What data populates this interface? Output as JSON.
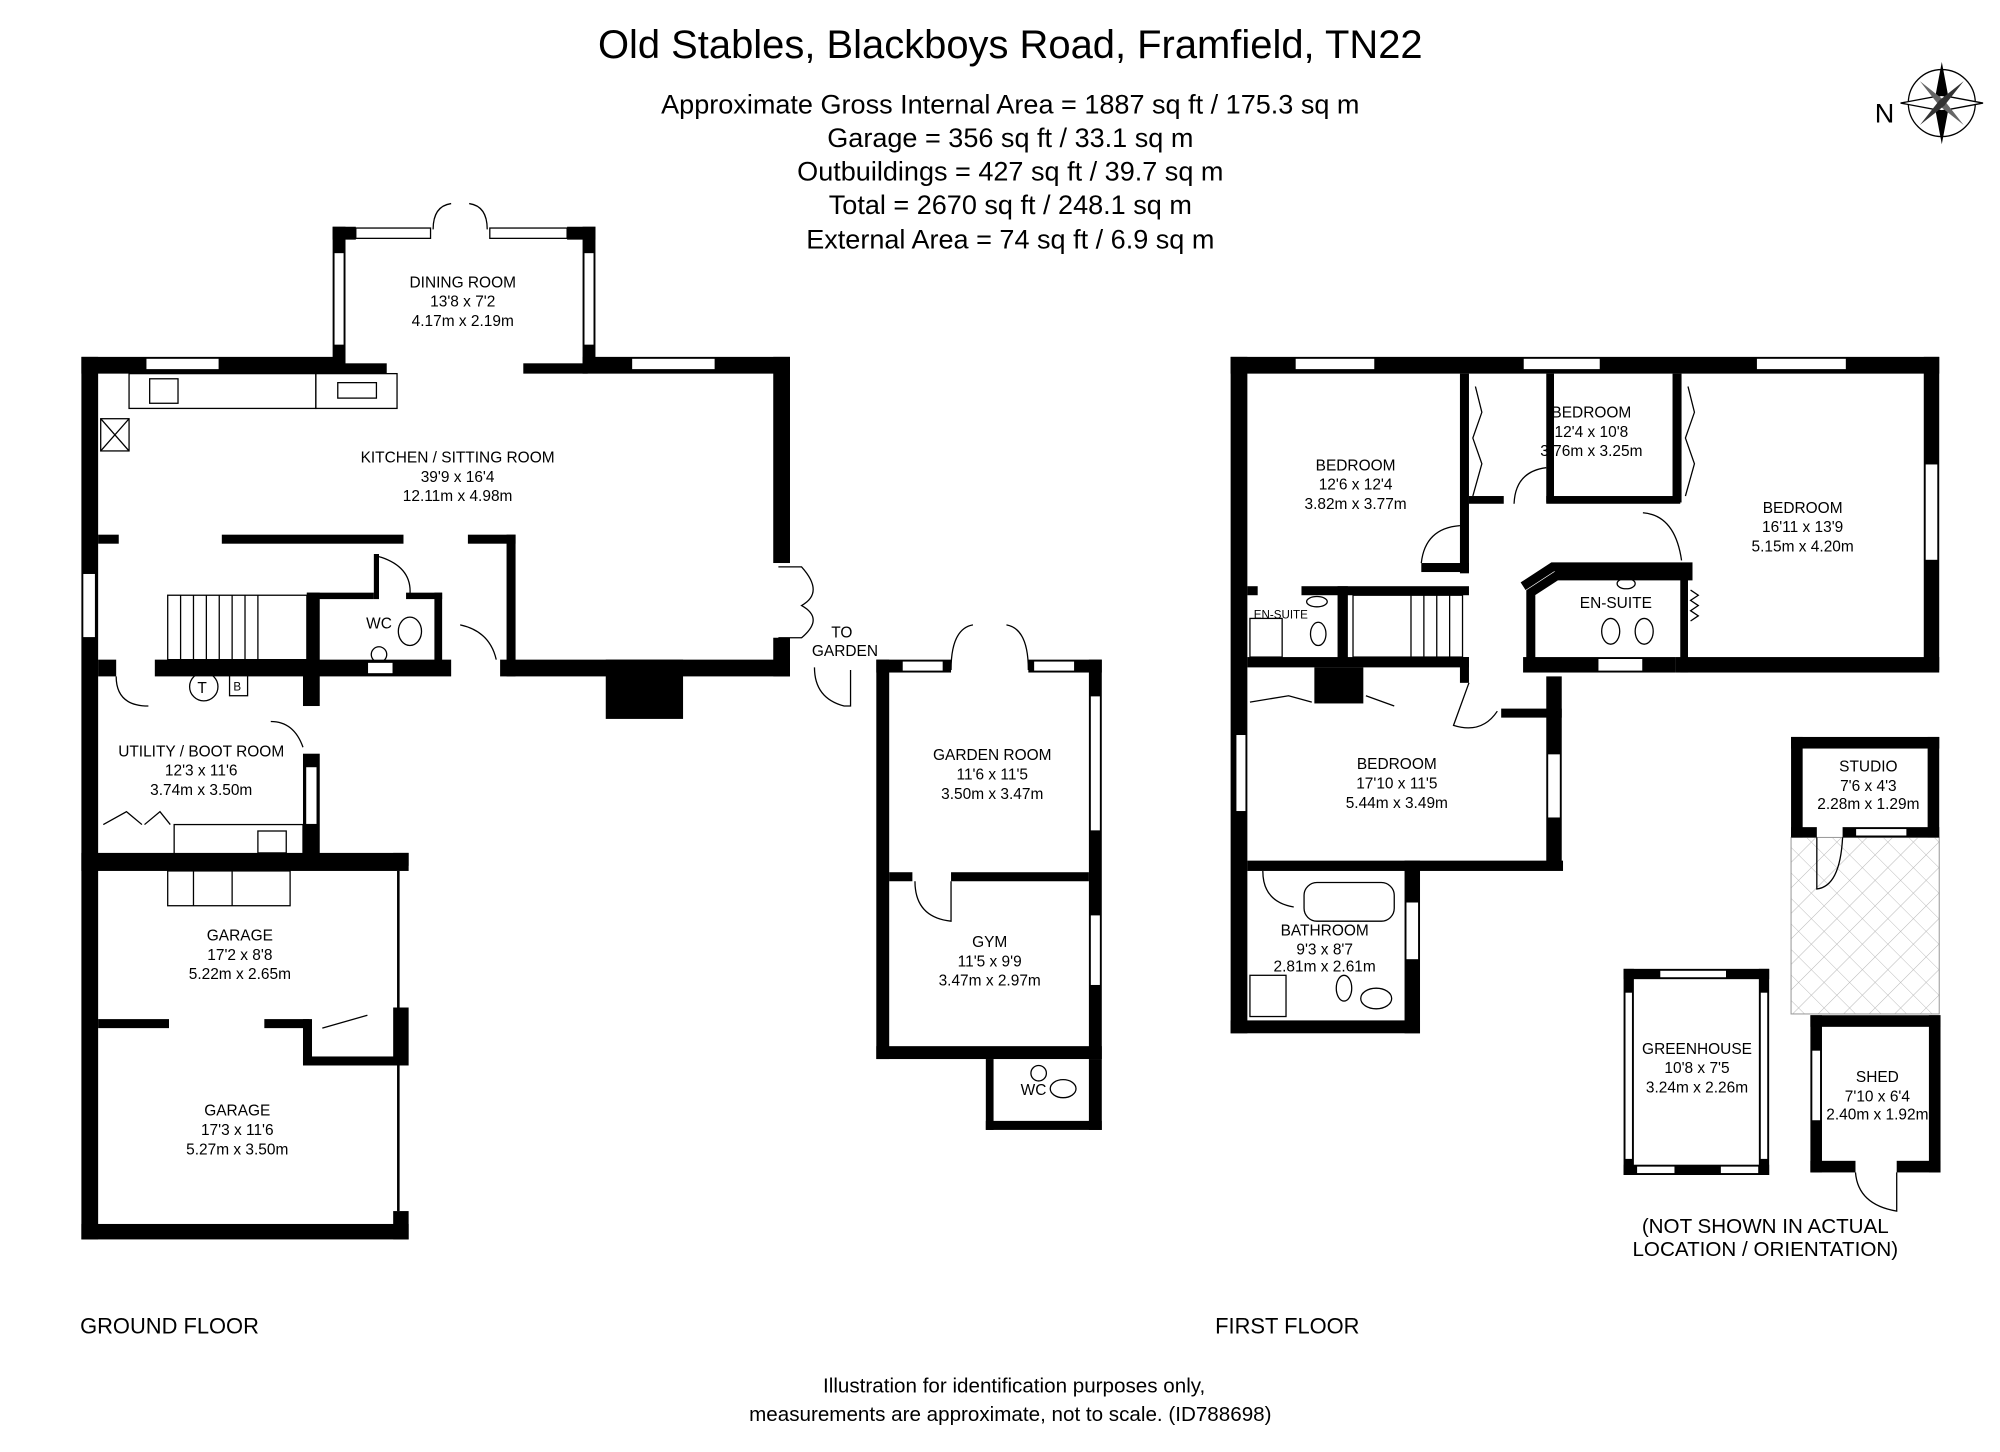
{
  "title": "Old Stables, Blackboys Road, Framfield, TN22",
  "areas": [
    "Approximate Gross Internal Area = 1887 sq ft / 175.3 sq m",
    "Garage = 356 sq ft / 33.1 sq m",
    "Outbuildings  = 427 sq ft / 39.7 sq m",
    "Total = 2670 sq ft / 248.1 sq m",
    "External Area  = 74 sq ft / 6.9 sq m"
  ],
  "compass": {
    "label": "N"
  },
  "ground_floor": {
    "label": "GROUND FLOOR",
    "rooms": [
      {
        "name": "DINING ROOM",
        "imperial": "13'8 x 7'2",
        "metric": "4.17m x 2.19m"
      },
      {
        "name": "KITCHEN / SITTING ROOM",
        "imperial": "39'9 x 16'4",
        "metric": "12.11m x 4.98m"
      },
      {
        "name": "UTILITY / BOOT ROOM",
        "imperial": "12'3 x 11'6",
        "metric": "3.74m x 3.50m"
      },
      {
        "name": "GARAGE",
        "imperial": "17'2 x 8'8",
        "metric": "5.22m x 2.65m"
      },
      {
        "name": "GARAGE",
        "imperial": "17'3 x 11'6",
        "metric": "5.27m x 3.50m"
      },
      {
        "name": "GARDEN ROOM",
        "imperial": "11'6 x 11'5",
        "metric": "3.50m x 3.47m"
      },
      {
        "name": "GYM",
        "imperial": "11'5 x 9'9",
        "metric": "3.47m x 2.97m"
      }
    ],
    "small_labels": {
      "wc": "WC",
      "wc2": "WC",
      "to_garden_1": "TO",
      "to_garden_2": "GARDEN",
      "tank": "T",
      "boiler": "B"
    }
  },
  "first_floor": {
    "label": "FIRST FLOOR",
    "rooms": [
      {
        "name": "BEDROOM",
        "imperial": "12'6 x 12'4",
        "metric": "3.82m x 3.77m"
      },
      {
        "name": "BEDROOM",
        "imperial": "12'4 x 10'8",
        "metric": "3.76m x 3.25m"
      },
      {
        "name": "BEDROOM",
        "imperial": "16'11 x 13'9",
        "metric": "5.15m x 4.20m"
      },
      {
        "name": "BEDROOM",
        "imperial": "17'10 x 11'5",
        "metric": "5.44m x 3.49m"
      },
      {
        "name": "BATHROOM",
        "imperial": "9'3 x 8'7",
        "metric": "2.81m x 2.61m"
      }
    ],
    "small_labels": {
      "ensuite_1": "EN-SUITE",
      "ensuite_2": "EN-SUITE"
    }
  },
  "outbuildings": {
    "rooms": [
      {
        "name": "STUDIO",
        "imperial": "7'6 x 4'3",
        "metric": "2.28m x 1.29m"
      },
      {
        "name": "GREENHOUSE",
        "imperial": "10'8 x 7'5",
        "metric": "3.24m x 2.26m"
      },
      {
        "name": "SHED",
        "imperial": "7'10 x 6'4",
        "metric": "2.40m x 1.92m"
      }
    ],
    "note": [
      "(NOT SHOWN IN ACTUAL",
      "LOCATION / ORIENTATION)"
    ]
  },
  "footer": [
    "Illustration for identification purposes only,",
    "measurements are approximate, not to scale. (ID788698)"
  ]
}
